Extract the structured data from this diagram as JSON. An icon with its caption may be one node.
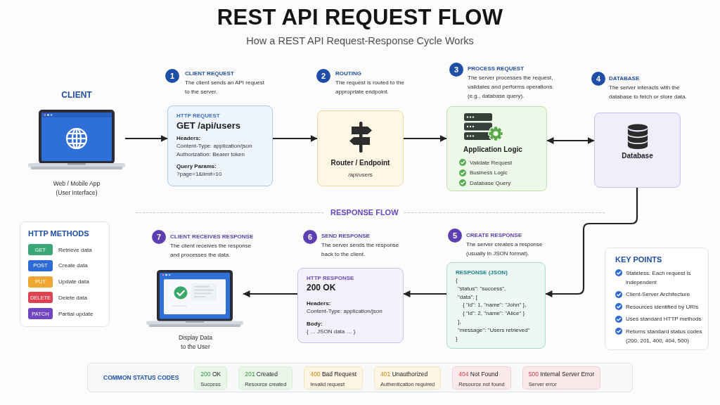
{
  "diagram": {
    "title": "REST API REQUEST FLOW",
    "nodes": [
      {
        "text": [
          "CLIENT"
        ],
        "beside": [
          "Web / Mobile App (User Interface)"
        ]
      },
      {
        "text": [
          "1"
        ],
        "beside": [
          "CLIENT REQUEST",
          "The client sends an API request to the server."
        ]
      },
      {
        "text": [
          "HTTP REQUEST",
          "GET /api/users",
          "Headers:",
          "Content-Type: application/json",
          "Authorization: Bearer token",
          "Query Params:",
          "?page=1&limit=10"
        ]
      },
      {
        "text": [
          "2"
        ],
        "beside": [
          "ROUTING",
          "The request is routed to the appropriate endpoint."
        ]
      },
      {
        "text": [
          "Router / Endpoint",
          "/api/users"
        ]
      },
      {
        "text": [
          "3"
        ],
        "beside": [
          "PROCESS REQUEST",
          "The server processes the request, validates and performs operations (e.g., database query)."
        ]
      },
      {
        "text": [
          "Application Logic",
          "Validate Request",
          "Business Logic",
          "Database Query"
        ]
      },
      {
        "text": [
          "4"
        ],
        "beside": [
          "DATABASE",
          "The server interacts with the database to fetch or store data."
        ]
      },
      {
        "text": [
          "Database"
        ]
      },
      {
        "text": [
          "HTTP METHODS"
        ]
      },
      {
        "text": [
          "GET"
        ],
        "in": 9,
        "beside": [
          "Retrieve data"
        ]
      },
      {
        "text": [
          "POST"
        ],
        "in": 9,
        "beside": [
          "Create data"
        ]
      },
      {
        "text": [
          "PUT"
        ],
        "in": 9,
        "beside": [
          "Update data"
        ]
      },
      {
        "text": [
          "DELETE"
        ],
        "in": 9,
        "beside": [
          "Delete data"
        ]
      },
      {
        "text": [
          "PATCH"
        ],
        "in": 9,
        "beside": [
          "Partial update"
        ]
      },
      {
        "text": [
          "7"
        ],
        "beside": [
          "CLIENT RECEIVES RESPONSE",
          "The client receives the response and processes the data."
        ]
      },
      {
        "text": [],
        "shape": "picture",
        "beside": [
          "Display Data to the User"
        ]
      },
      {
        "text": [
          "6"
        ],
        "beside": [
          "SEND RESPONSE",
          "The server sends the response back to the client."
        ]
      },
      {
        "text": [
          "HTTP RESPONSE",
          "200 OK",
          "Headers:",
          "Content-Type: application/json",
          "Body:",
          "{ … JSON data … }"
        ]
      },
      {
        "text": [
          "5"
        ],
        "beside": [
          "CREATE RESPONSE",
          "The server creates a response (usually in JSON format)."
        ]
      },
      {
        "text": [
          "RESPONSE (JSON)",
          "{",
          "\"status\": \"success\",",
          "\"data\": [",
          "{ \"id\": 1, \"name\": \"John\" },",
          "{ \"id\": 2, \"name\": \"Alice\" }",
          "],",
          "\"message\": \"Users retrieved\"",
          "}"
        ]
      },
      {
        "text": [
          "KEY POINTS",
          "Stateless: Each request is independent",
          "Client-Server Architecture",
          "Resources identified by URIs",
          "Uses standard HTTP methods",
          "Returns standard status codes (200, 201, 400, 404, 500)"
        ]
      },
      {
        "text": [
          "COMMON STATUS CODES"
        ]
      },
      {
        "text": [
          "200 OK",
          "Success"
        ],
        "in": 22
      },
      {
        "text": [
          "201 Created",
          "Resource created"
        ],
        "in": 22
      },
      {
        "text": [
          "400 Bad Request",
          "Invalid request"
        ],
        "in": 22
      },
      {
        "text": [
          "401 Unauthorized",
          "Authentication required"
        ],
        "in": 22
      },
      {
        "text": [
          "404 Not Found",
          "Resource not found"
        ],
        "in": 22
      },
      {
        "text": [
          "500 Internal Server Error",
          "Server error"
        ],
        "in": 22
      }
    ],
    "edges": [
      {
        "from": 0,
        "to": 2,
        "arrow": "to"
      },
      {
        "from": 2,
        "to": 4,
        "arrow": "to"
      },
      {
        "from": 4,
        "to": 6,
        "arrow": "to"
      },
      {
        "from": 6,
        "to": 8,
        "arrow": "both"
      },
      {
        "from": 8,
        "to": 20,
        "arrow": "to"
      },
      {
        "from": 20,
        "to": 18,
        "arrow": "to"
      },
      {
        "from": 18,
        "to": 16,
        "arrow": "to"
      }
    ],
    "labels": [
      "How a REST API Request-Response Cycle Works",
      "RESPONSE FLOW"
    ]
  }
}
